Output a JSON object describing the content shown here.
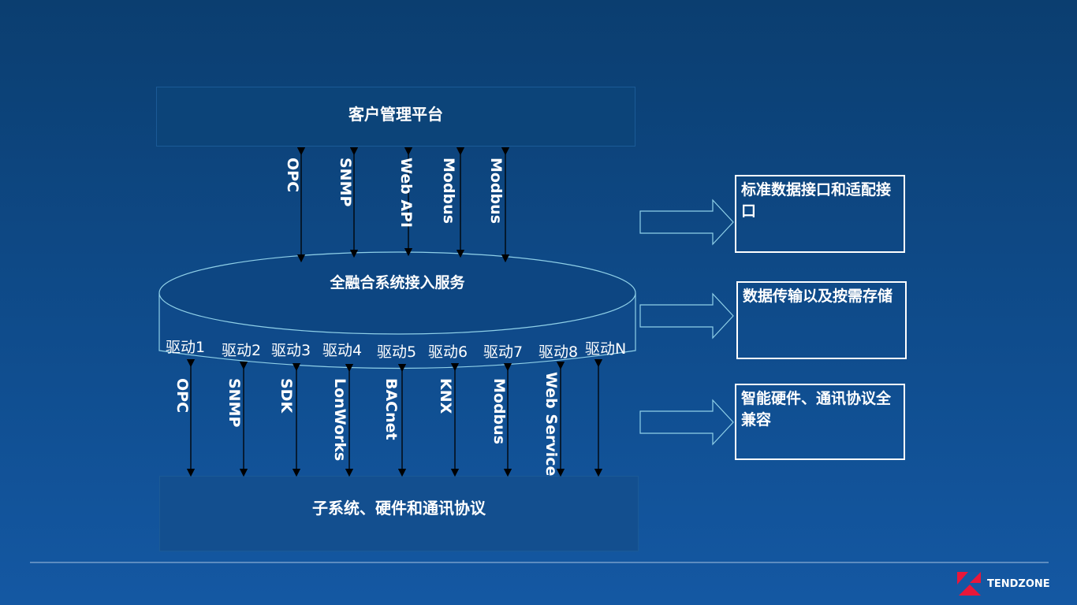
{
  "top_box": {
    "title": "客户管理平台"
  },
  "top_protocols": [
    "OPC",
    "SNMP",
    "Web API",
    "Modbus",
    "Modbus"
  ],
  "cylinder": {
    "title": "全融合系统接入服务",
    "drivers": [
      "驱动1",
      "驱动2",
      "驱动3",
      "驱动4",
      "驱动5",
      "驱动6",
      "驱动7",
      "驱动8",
      "驱动N"
    ]
  },
  "bottom_protocols": [
    "OPC",
    "SNMP",
    "SDK",
    "LonWorks",
    "BACnet",
    "KNX",
    "Modbus",
    "Web Service"
  ],
  "bottom_box": {
    "title": "子系统、硬件和通讯协议"
  },
  "features": [
    "标准数据接口和适配接口",
    "数据传输以及按需存储",
    "智能硬件、通讯协议全兼容"
  ],
  "logo": {
    "text": "TENDZONE"
  },
  "colors": {
    "logo_red": "#e8173a",
    "frame": "#8fd0e8"
  }
}
